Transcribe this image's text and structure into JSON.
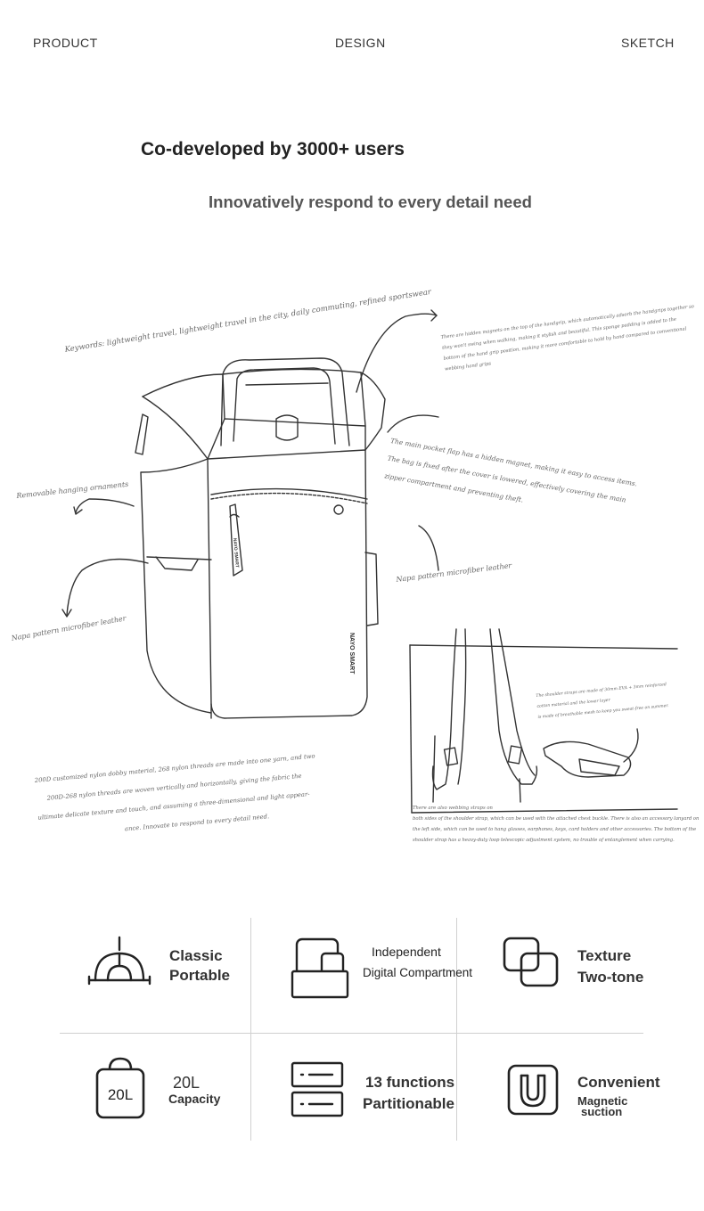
{
  "header": {
    "left": "PRODUCT",
    "center": "DESIGN",
    "right": "SKETCH"
  },
  "headline": {
    "title": "Co-developed by 3000+ users",
    "subtitle": "Innovatively respond to every detail need"
  },
  "sketch": {
    "brand_tag": "NAYO SMART",
    "notes": {
      "keywords": "Keywords: lightweight travel, lightweight travel in the city, daily commuting, refined sportswear",
      "magnets": [
        "There are hidden magnets on the top of the handgrip, which automatically adsorb the handgrips together so",
        "they won't swing when walking, making it stylish and beautiful. This sponge padding is added to the",
        "bottom of the hand grip position, making it more comfortable to hold by hand compared to conventional",
        "webbing hand grips"
      ],
      "pocket": [
        "The main pocket flap has a hidden magnet, making it easy to access items.",
        "The bag is fixed after the cover is lowered, effectively covering the main",
        "zipper compartment and preventing theft."
      ],
      "hanging": "Removable hanging ornaments",
      "napa_right": "Napa pattern microfiber leather",
      "napa_left": "Napa pattern microfiber leather",
      "nylon": [
        "200D customized nylon dobby material, 268 nylon threads are made into one yarn, and two",
        "200D-268 nylon threads are woven vertically and horizontally, giving the fabric the",
        "ultimate delicate texture and touch, and assuming a three-dimensional and light appear-",
        "ance. Innovate to respond to every detail need."
      ],
      "strap": [
        "The shoulder straps are made of 30mm EVA + 3mm reinforced",
        "cotton material and the lower layer",
        "is made of breathable mesh to keep you sweat-free on summer."
      ],
      "webbing": [
        "There are also webbing straps on",
        "both sides of the shoulder strap, which can be used with the attached chest buckle. There is also an accessory lanyard on",
        "the left side, which can be used to hang glasses, earphones, keys, card holders and other accessories. The bottom of the",
        "shoulder strap has a heavy-duty loop telescopic adjustment system, no trouble of entanglement when carrying."
      ]
    }
  },
  "features": [
    {
      "id": "classic",
      "icon": "handle-icon",
      "line1": "Classic",
      "line2": "Portable"
    },
    {
      "id": "digital",
      "icon": "compartment-icon",
      "line1": "Independent",
      "line2": "Digital Compartment"
    },
    {
      "id": "texture",
      "icon": "two-tone-icon",
      "line1": "Texture",
      "line2": "Two-tone"
    },
    {
      "id": "capacity",
      "icon": "capacity-bag-icon",
      "badge": "20L",
      "line1": "20L",
      "line2": "Capacity"
    },
    {
      "id": "functions",
      "icon": "partition-icon",
      "line1": "13 functions",
      "line2": "Partitionable"
    },
    {
      "id": "magnetic",
      "icon": "magnet-icon",
      "line1": "Convenient",
      "line2": "Magnetic",
      "line3": "suction"
    }
  ]
}
